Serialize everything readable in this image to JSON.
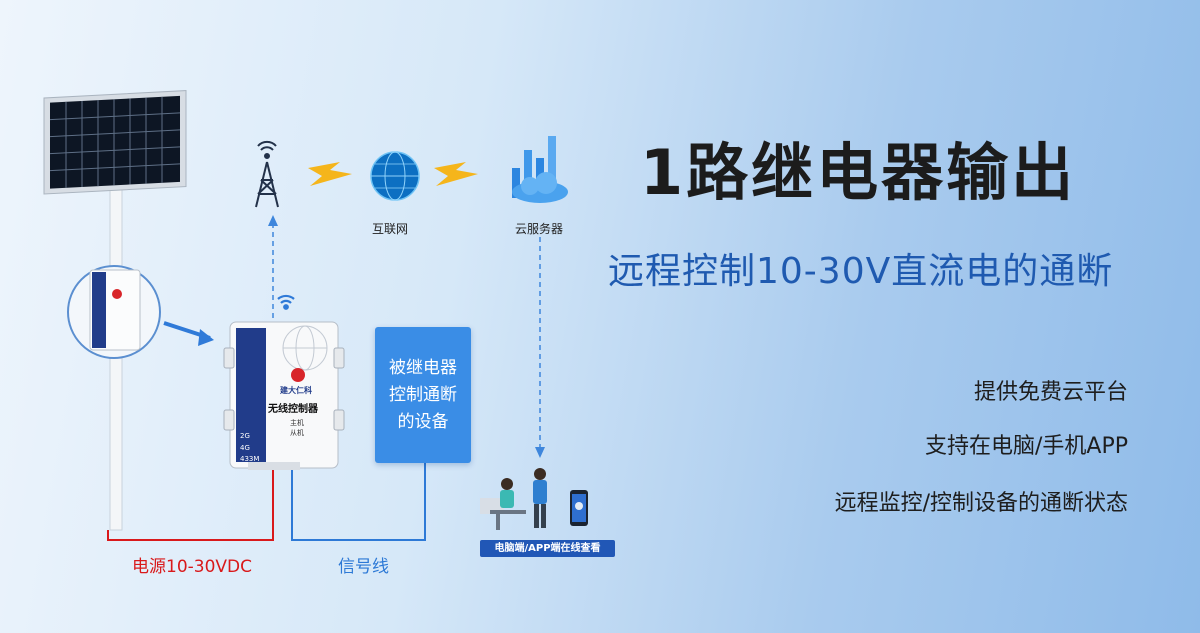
{
  "title": "1路继电器输出",
  "subtitle": "远程控制10-30V直流电的通断",
  "features": [
    "提供免费云平台",
    "支持在电脑/手机APP",
    "远程监控/控制设备的通断状态"
  ],
  "network": {
    "internet_label": "互联网",
    "cloud_label": "云服务器"
  },
  "relay_box": {
    "lines": [
      "被继电器",
      "控制通断",
      "的设备"
    ]
  },
  "wires": {
    "power_label": "电源10-30VDC",
    "signal_label": "信号线"
  },
  "device": {
    "name": "无线控制器",
    "brand": "建大仁科",
    "mode_options": [
      "主机",
      "从机"
    ],
    "bands": [
      "2G",
      "4G",
      "433M"
    ]
  },
  "view_badge": "电脑端/APP端在线查看",
  "colors": {
    "accent_blue": "#1f5ab0",
    "relay_box": "#3a8de6",
    "power_wire": "#d9191b",
    "signal_wire": "#2d79d6"
  }
}
